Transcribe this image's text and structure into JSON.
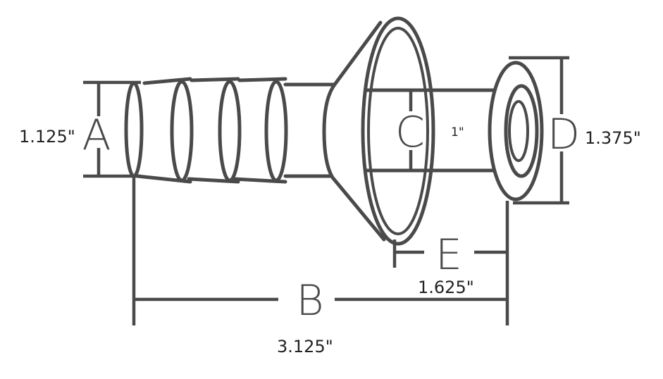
{
  "labels": {
    "a": {
      "letter": "A",
      "value": "1.125\""
    },
    "b": {
      "letter": "B",
      "value": "3.125\""
    },
    "c": {
      "letter": "C",
      "value": "1\""
    },
    "d": {
      "letter": "D",
      "value": "1.375\""
    },
    "e": {
      "letter": "E",
      "value": "1.625\""
    }
  },
  "colors": {
    "stroke": "#4a4a4a",
    "text": "#222222",
    "background": "#ffffff"
  }
}
